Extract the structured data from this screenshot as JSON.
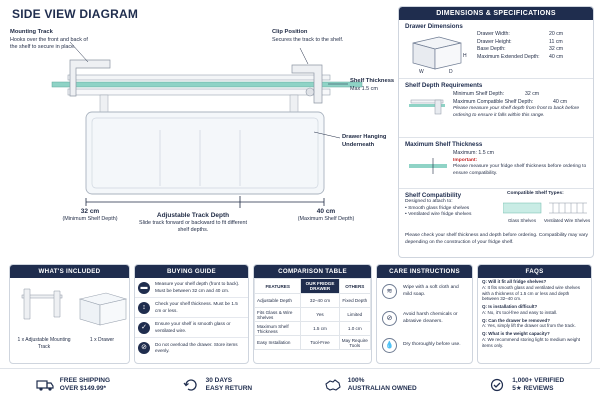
{
  "title": "SIDE VIEW DIAGRAM",
  "diagram": {
    "mounting_track": {
      "title": "Mounting Track",
      "desc": "Hooks over the front and back of the shelf to secure in place."
    },
    "clip_position": {
      "title": "Clip Position",
      "desc": "Secures the track to the shelf."
    },
    "shelf_thickness": {
      "title": "Shelf Thickness",
      "desc": "Max 1.5 cm"
    },
    "drawer_hanging": {
      "title": "Drawer Hanging Underneath"
    },
    "dim_left": {
      "value": "32 cm",
      "desc": "(Minimum Shelf Depth)"
    },
    "dim_right": {
      "value": "40 cm",
      "desc": "(Maximum Shelf Depth)"
    },
    "adjustable": {
      "title": "Adjustable Track Depth",
      "desc": "Slide track forward or backward to fit different shelf depths."
    }
  },
  "specs": {
    "header": "DIMENSIONS & SPECIFICATIONS",
    "drawer_dimensions": {
      "title": "Drawer Dimensions",
      "axis_h": "H",
      "axis_w": "W",
      "axis_d": "D",
      "rows": [
        {
          "k": "Drawer Width:",
          "v": "20 cm"
        },
        {
          "k": "Drawer Height:",
          "v": "11 cm"
        },
        {
          "k": "Base Depth:",
          "v": "32 cm"
        },
        {
          "k": "Maximum Extended Depth:",
          "v": "40 cm"
        }
      ]
    },
    "shelf_depth": {
      "title": "Shelf Depth Requirements",
      "rows": [
        {
          "k": "Minimum Shelf Depth:",
          "v": "32 cm"
        },
        {
          "k": "Maximum Compatible Shelf Depth:",
          "v": "40 cm"
        }
      ],
      "note": "Please measure your shelf depth from front to back before ordering to ensure it falls within this range."
    },
    "max_thickness": {
      "title": "Maximum Shelf Thickness",
      "value": "Maximum: 1.5 cm",
      "important": "Important:",
      "note": "Please measure your fridge shelf thickness before ordering to ensure compatibility."
    },
    "compat": {
      "title": "Shelf Compatibility",
      "designed": "Designed to attach to:",
      "items": [
        "Smooth glass fridge shelves",
        "Ventilated wire fridge shelves"
      ],
      "types_title": "Compatible Shelf Types:",
      "type_glass": "Glass Shelves",
      "type_wire": "Ventilated Wire Shelves",
      "footnote": "Please check your shelf thickness and depth before ordering. Compatibility may vary depending on the construction of your fridge shelf."
    }
  },
  "included": {
    "header": "WHAT'S INCLUDED",
    "items": [
      "1 x Adjustable Mounting Track",
      "1 x Drawer"
    ]
  },
  "buying": {
    "header": "BUYING GUIDE",
    "items": [
      "Measure your shelf depth (front to back). Must be between 32 cm and 40 cm.",
      "Check your shelf thickness. Must be 1.5 cm or less.",
      "Ensure your shelf is smooth glass or ventilated wire.",
      "Do not overload the drawer. Store items evenly."
    ]
  },
  "comparison": {
    "header": "COMPARISON TABLE",
    "cols": [
      "FEATURES",
      "OUR FRIDGE DRAWER",
      "OTHERS"
    ],
    "rows": [
      {
        "f": "Adjustable Depth",
        "a": "32–40 cm",
        "b": "Fixed Depth"
      },
      {
        "f": "Fits Glass & Wire Shelves",
        "a": "Yes",
        "b": "Limited"
      },
      {
        "f": "Maximum Shelf Thickness",
        "a": "1.5 cm",
        "b": "1.0 cm"
      },
      {
        "f": "Easy Installation",
        "a": "Tool-Free",
        "b": "May Require Tools"
      }
    ]
  },
  "care": {
    "header": "CARE INSTRUCTIONS",
    "items": [
      "Wipe with a soft cloth and mild soap.",
      "Avoid harsh chemicals or abrasive cleaners.",
      "Dry thoroughly before use."
    ]
  },
  "faqs": {
    "header": "FAQS",
    "items": [
      {
        "q": "Q: Will it fit all fridge shelves?",
        "a": "A: It fits smooth glass and ventilated wire shelves with a thickness of 1.5 cm or less and depth between 32–40 cm."
      },
      {
        "q": "Q: Is installation difficult?",
        "a": "A: No, it's tool-free and easy to install."
      },
      {
        "q": "Q: Can the drawer be removed?",
        "a": "A: Yes, simply lift the drawer out from the track."
      },
      {
        "q": "Q: What is the weight capacity?",
        "a": "A: We recommend storing light to medium weight items only."
      }
    ]
  },
  "footer": [
    {
      "l1": "FREE SHIPPING",
      "l2": "OVER $149.99*"
    },
    {
      "l1": "30 DAYS",
      "l2": "EASY RETURN"
    },
    {
      "l1": "100%",
      "l2": "AUSTRALIAN OWNED"
    },
    {
      "l1": "1,000+ VERIFIED",
      "l2": "5★ REVIEWS"
    }
  ],
  "colors": {
    "navy": "#1f2d4e",
    "shelf_glass": "#8fd3c6",
    "red": "#c62828"
  }
}
